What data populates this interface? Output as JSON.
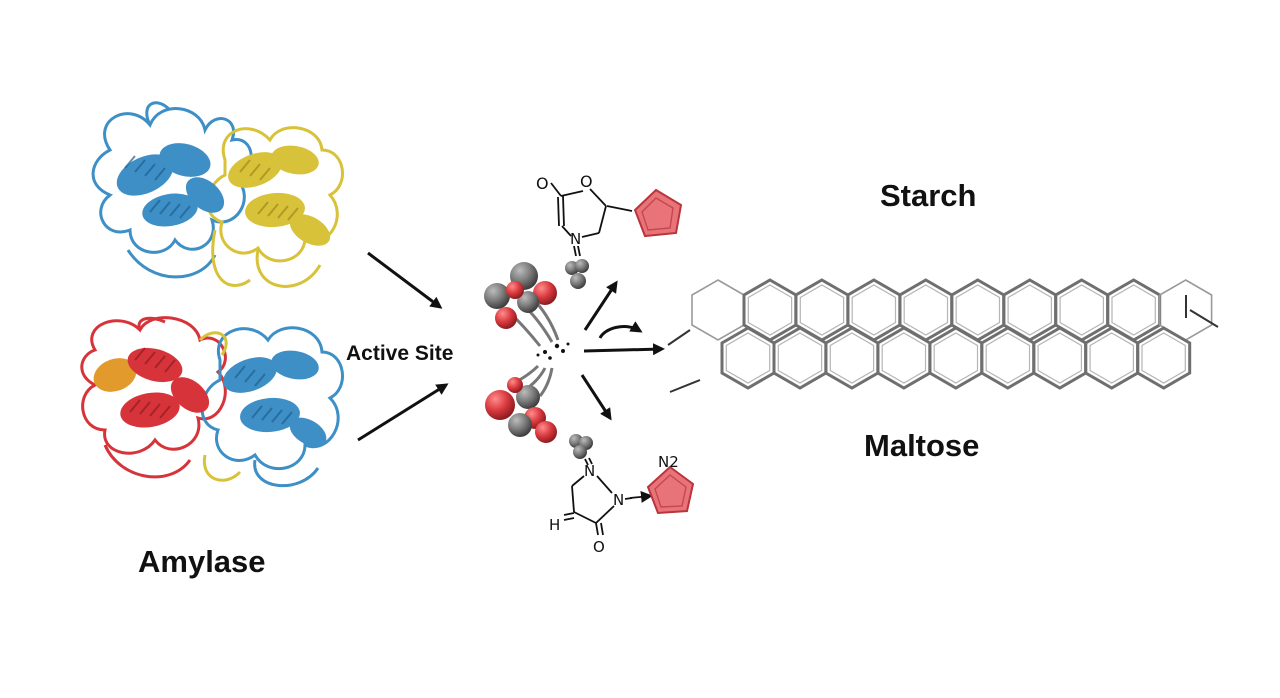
{
  "labels": {
    "amylase": "Amylase",
    "active_site": "Active Site",
    "starch": "Starch",
    "maltose": "Maltose"
  },
  "molecule_top": {
    "atom_o_carbonyl": "O",
    "atom_o_ring": "O",
    "atom_n": "N"
  },
  "molecule_bottom": {
    "atom_n_top": "N",
    "atom_n_ring": "N",
    "atom_h": "H",
    "atom_o": "O",
    "substituent": "N2"
  },
  "colors": {
    "helix_blue": "#3d8fc6",
    "helix_yellow": "#d8c23a",
    "helix_red": "#d6343a",
    "helix_orange": "#e39a2c",
    "atom_red": "#d93a3f",
    "atom_gray": "#7b7b7b",
    "pentagon_fill": "#e8747a",
    "lattice_stroke": "#6f6f6f"
  }
}
